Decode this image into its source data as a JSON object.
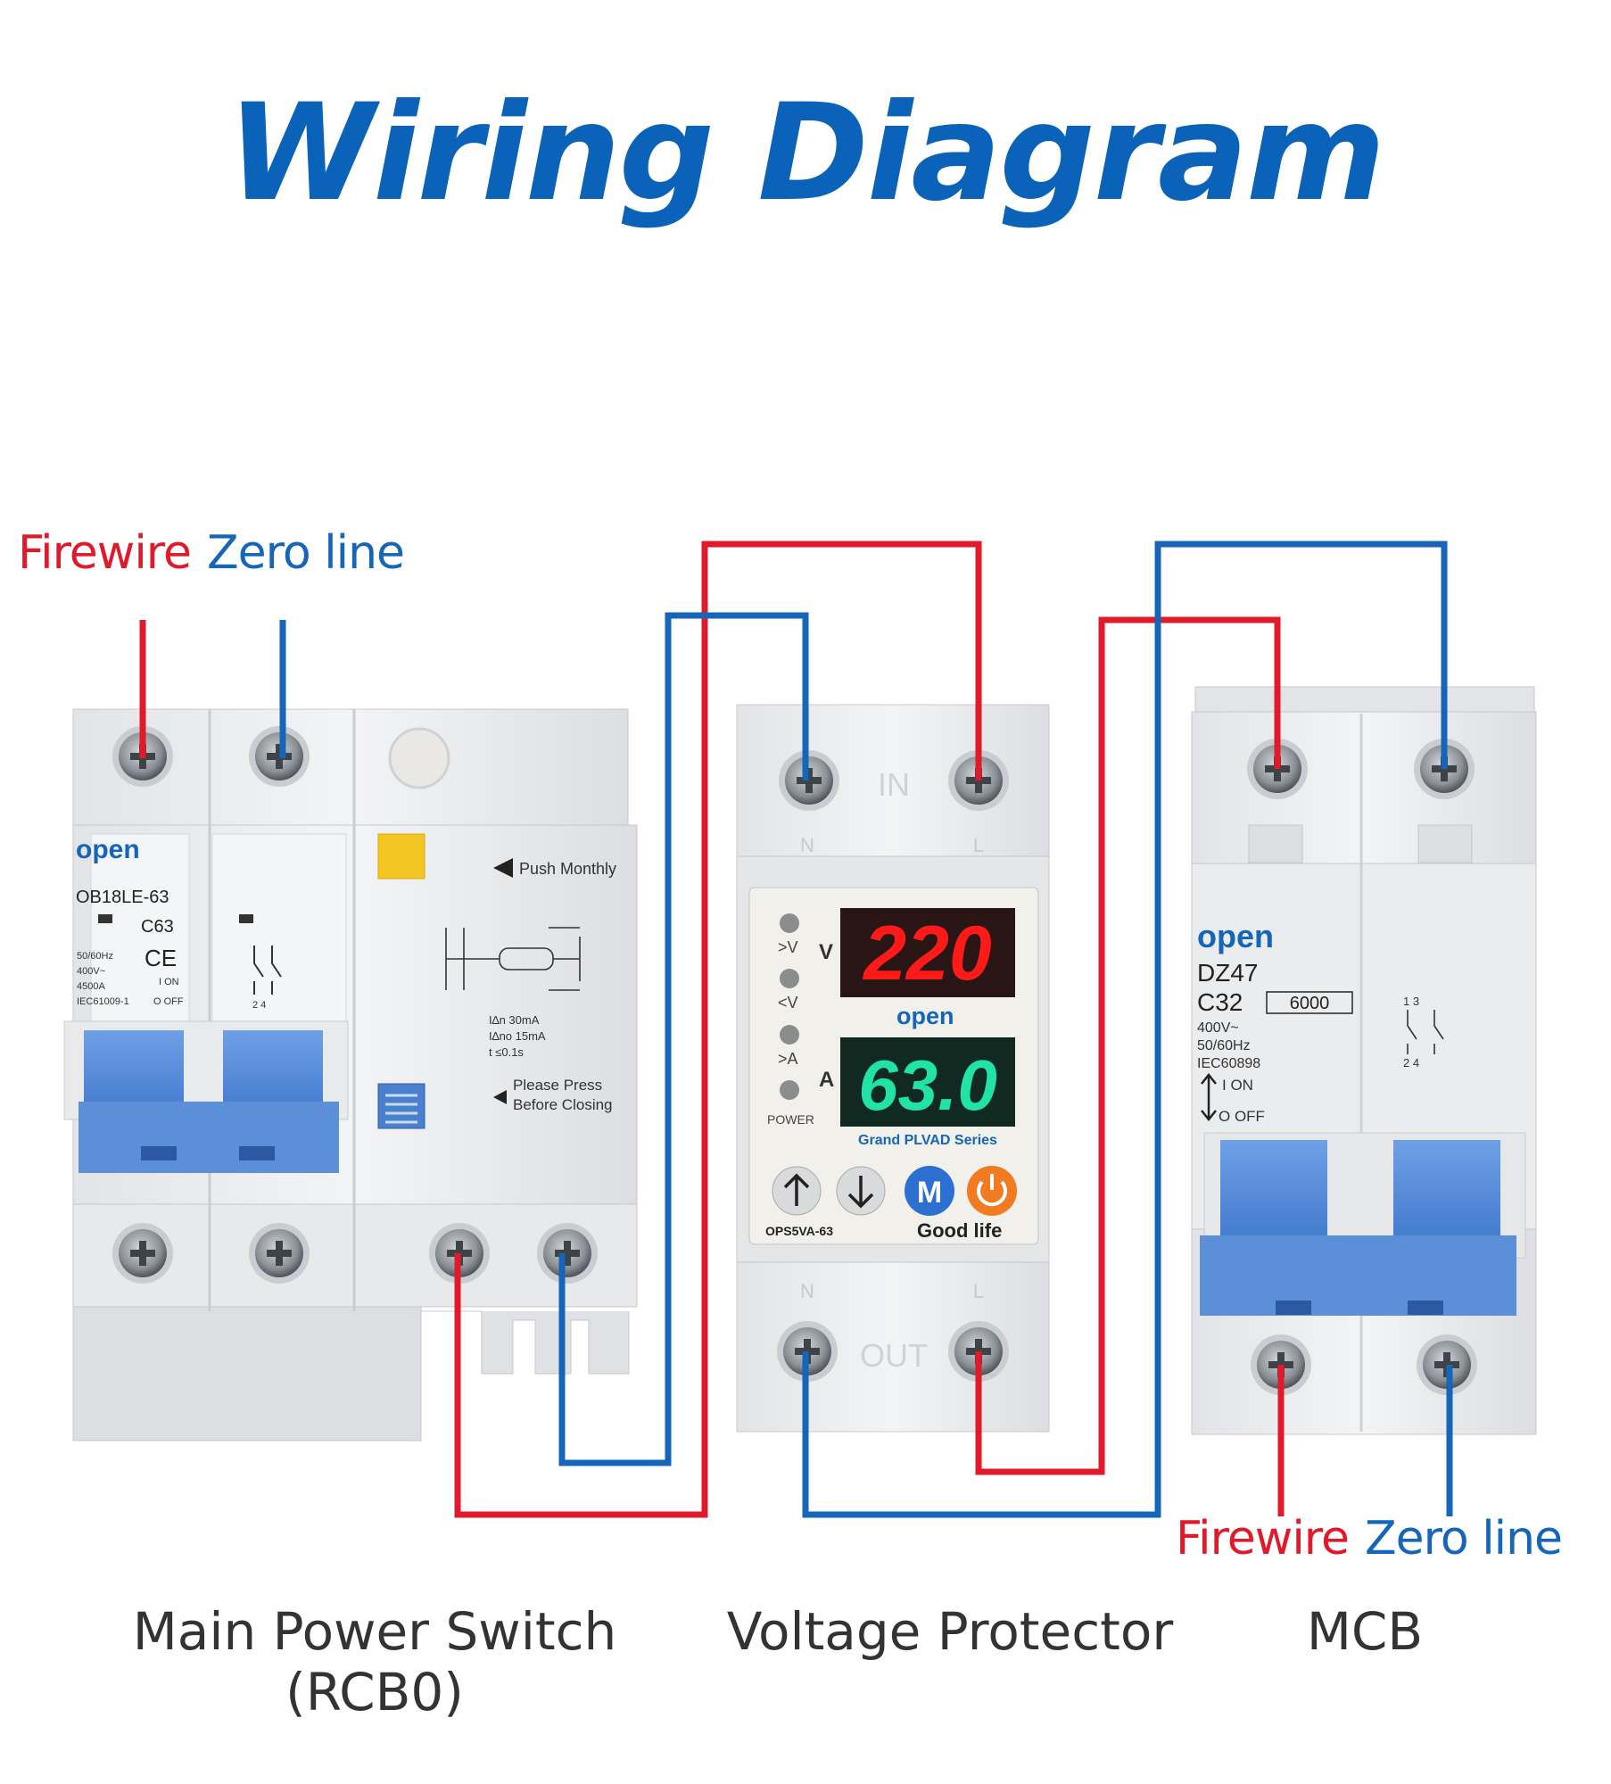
{
  "title": "Wiring Diagram",
  "colors": {
    "title": "#0a63b9",
    "firewire": "#e0192b",
    "zero_line": "#1565b8",
    "device_body": "#ecedef",
    "toggle": "#5b8fd8"
  },
  "input_labels": {
    "firewire": "Firewire",
    "zero_line": "Zero line"
  },
  "output_labels": {
    "firewire": "Firewire",
    "zero_line": "Zero line"
  },
  "rcbo": {
    "brand": "open",
    "model": "OB18LE-63",
    "rating": "C63",
    "specs": [
      "50/60Hz",
      "400V~",
      "4500A",
      "IEC61009-1"
    ],
    "ce_mark": "CE",
    "on_label": "I ON",
    "off_label": "O OFF",
    "push_label": "Push Monthly",
    "ian": "I∆n  30mA",
    "iano": "I∆no  15mA",
    "t": "t  ≤0.1s",
    "press_line1": "Please Press",
    "press_line2": "Before Closing",
    "terminal_nums": "2  4"
  },
  "protector": {
    "in_label": "IN",
    "out_label": "OUT",
    "n_label": "N",
    "l_label": "L",
    "voltage_reading": "220",
    "current_reading": "63.0",
    "indicators": [
      ">V",
      "<V",
      ">A",
      "POWER"
    ],
    "v_unit": "V",
    "a_unit": "A",
    "brand": "open",
    "series": "Grand PLVAD Series",
    "m_button": "M",
    "model": "OPS5VA-63",
    "slogan": "Good life"
  },
  "mcb": {
    "brand": "open",
    "model": "DZ47",
    "rating": "C32",
    "breaking": "6000",
    "specs": [
      "400V~",
      "50/60Hz",
      "IEC60898"
    ],
    "on_label": "I ON",
    "off_label": "O OFF",
    "terminal_nums_top": "1   3",
    "terminal_nums_bottom": "2   4"
  },
  "captions": {
    "rcbo_line1": "Main Power Switch",
    "rcbo_line2": "(RCB0)",
    "protector": "Voltage Protector",
    "mcb": "MCB"
  }
}
